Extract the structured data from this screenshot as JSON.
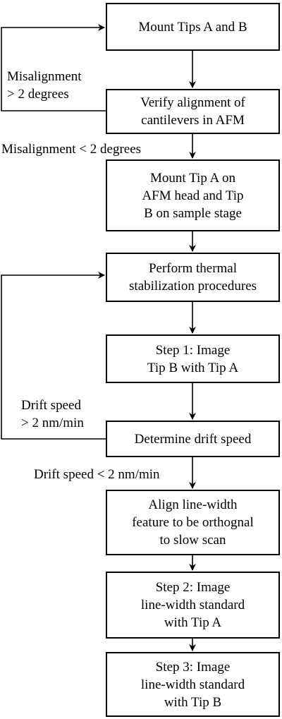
{
  "steps": {
    "mount_tips": "Mount Tips A and B",
    "verify_alignment": "Verify alignment of\ncantilevers in AFM",
    "mount_tip_head": "Mount Tip A on\nAFM head and Tip\nB on sample stage",
    "thermal_stabilization": "Perform thermal\nstabilization procedures",
    "step1_image": "Step 1: Image\nTip B with Tip A",
    "drift_speed": "Determine drift speed",
    "align_feature": "Align line-width\nfeature to be orthognal\nto slow scan",
    "step2_image": "Step 2: Image\nline-width standard\nwith Tip A",
    "step3_image": "Step 3: Image\nline-width standard\nwith Tip B"
  },
  "conditions": {
    "misalignment_fail": "Misalignment\n> 2 degrees",
    "misalignment_pass": "Misalignment < 2 degrees",
    "drift_fail": "Drift speed\n> 2 nm/min",
    "drift_pass": "Drift speed < 2 nm/min"
  },
  "colors": {
    "line": "#000000",
    "background": "#ffffff"
  }
}
